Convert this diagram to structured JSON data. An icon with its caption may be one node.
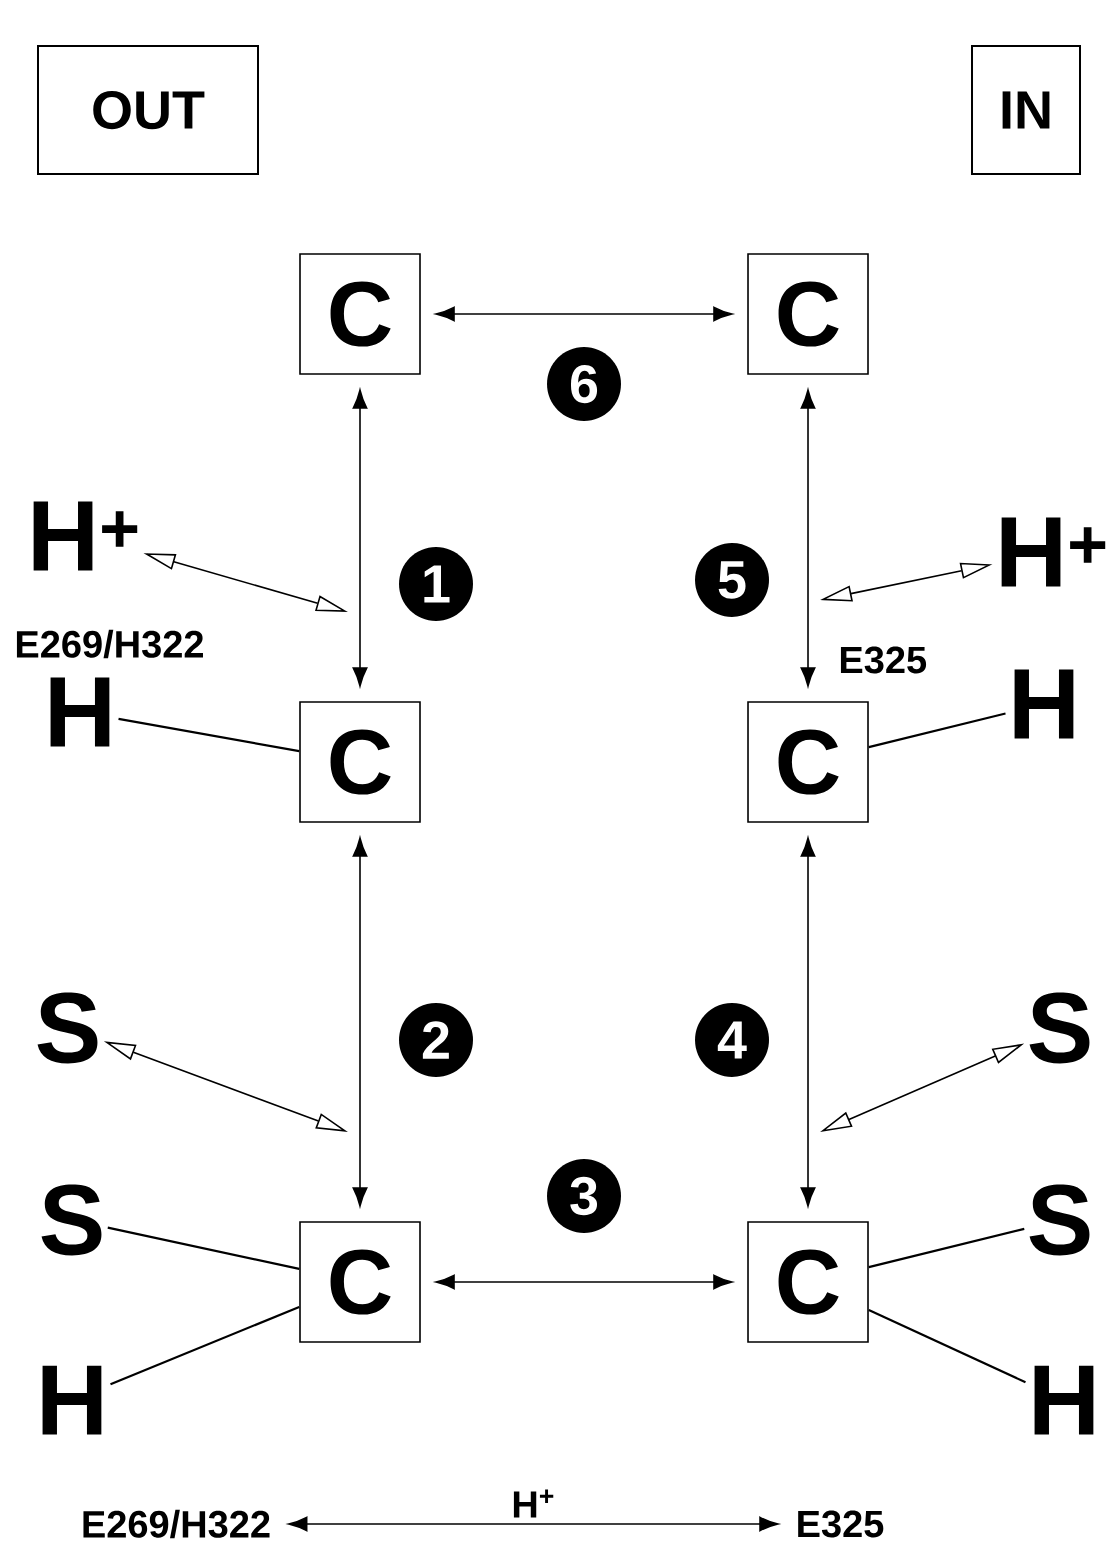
{
  "diagram": {
    "nodes": [
      {
        "text": [
          "OUT"
        ]
      },
      {
        "text": [
          "IN"
        ]
      },
      {
        "text": [
          "C"
        ]
      },
      {
        "text": [
          "C"
        ]
      },
      {
        "text": [
          "C"
        ]
      },
      {
        "text": [
          "C"
        ]
      },
      {
        "text": [
          "C"
        ]
      },
      {
        "text": [
          "C"
        ]
      },
      {
        "text": [
          "H$^{+}$"
        ]
      },
      {
        "text": [
          "H$^{+}$"
        ]
      },
      {
        "text": [
          "H"
        ]
      },
      {
        "text": [
          "H"
        ]
      },
      {
        "text": [
          "S"
        ]
      },
      {
        "text": [
          "S"
        ]
      },
      {
        "text": [
          "S"
        ]
      },
      {
        "text": [
          "H"
        ]
      },
      {
        "text": [
          "S"
        ]
      },
      {
        "text": [
          "H"
        ]
      },
      {
        "text": [
          "E269/H322"
        ]
      },
      {
        "text": [
          "E325"
        ]
      },
      {
        "text": [
          "1"
        ]
      },
      {
        "text": [
          "2"
        ]
      },
      {
        "text": [
          "3"
        ]
      },
      {
        "text": [
          "4"
        ]
      },
      {
        "text": [
          "5"
        ]
      },
      {
        "text": [
          "6"
        ]
      }
    ],
    "edges": [
      {
        "from": 2,
        "to": 3,
        "arrow": "both"
      },
      {
        "from": 2,
        "to": 4,
        "arrow": "both"
      },
      {
        "from": 4,
        "to": 6,
        "arrow": "both"
      },
      {
        "from": 3,
        "to": 5,
        "arrow": "both"
      },
      {
        "from": 5,
        "to": 7,
        "arrow": "both"
      },
      {
        "from": 6,
        "to": 7,
        "arrow": "both"
      },
      {
        "from": 8,
        "to": null,
        "arrow": "both"
      },
      {
        "from": 9,
        "to": null,
        "arrow": "both"
      },
      {
        "from": 12,
        "to": null,
        "arrow": "both"
      },
      {
        "from": 13,
        "to": null,
        "arrow": "both"
      },
      {
        "from": 10,
        "to": 4,
        "arrow": "none"
      },
      {
        "from": 5,
        "to": 11,
        "arrow": "none"
      },
      {
        "from": 14,
        "to": 6,
        "arrow": "none"
      },
      {
        "from": 15,
        "to": 6,
        "arrow": "none"
      },
      {
        "from": 7,
        "to": 16,
        "arrow": "none"
      },
      {
        "from": 7,
        "to": 17,
        "arrow": "none"
      },
      {
        "from": 18,
        "to": 19,
        "arrow": "both",
        "label": "H$^{+}$"
      }
    ],
    "labels": [
      "E269/H322",
      "E325"
    ]
  }
}
